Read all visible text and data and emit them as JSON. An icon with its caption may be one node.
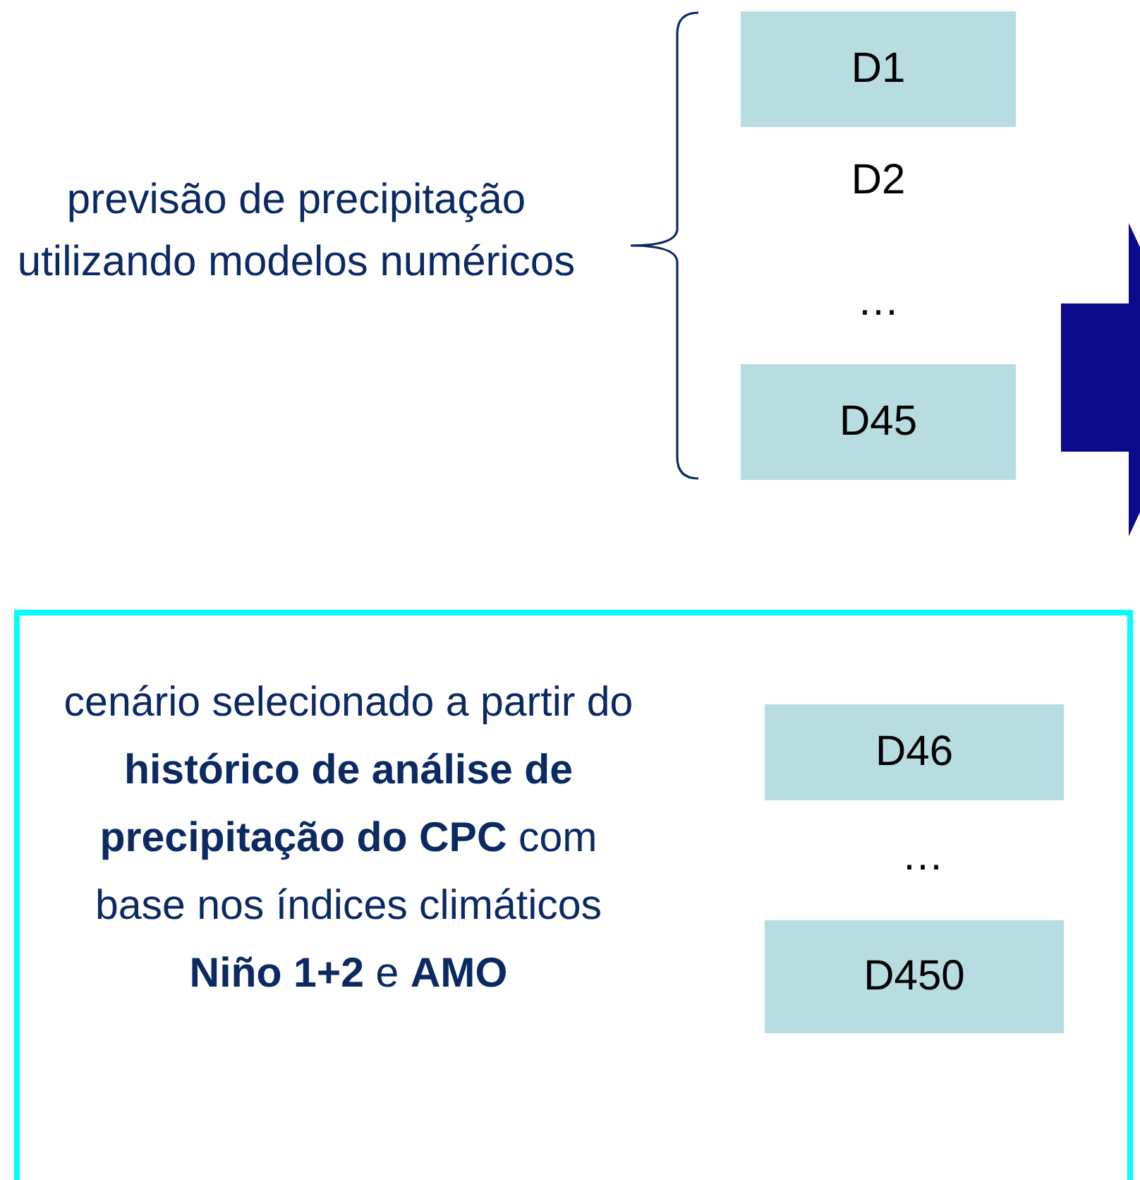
{
  "diagram": {
    "nodes": [
      {
        "text": [
          "D1"
        ]
      },
      {
        "text": [
          "D45"
        ]
      },
      {
        "text": [],
        "shape": "arrow"
      },
      {
        "text": [
          "cenário selecionado a partir do **histórico de análise de precipitação do CPC** com base nos índices climáticos **Niño 1+2** e **AMO**"
        ]
      },
      {
        "text": [
          "D46"
        ],
        "in": 3
      },
      {
        "text": [
          "D450"
        ],
        "in": 3
      }
    ],
    "labels": [
      "previsão de precipitação utilizando modelos numéricos",
      "D2",
      "…",
      "…"
    ]
  }
}
